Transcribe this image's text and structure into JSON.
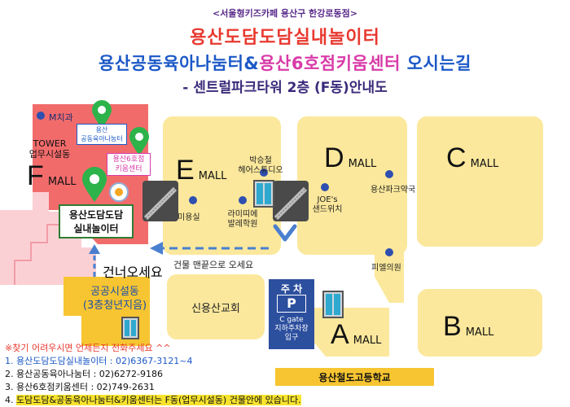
{
  "header": {
    "subtitle": "<서울형키즈카페 용산구 한강로동점>",
    "title1": "용산도담도담실내놀이터",
    "title2_part1": "용산공동육아나눔터&",
    "title2_part2": "용산6호점키움센터",
    "title2_part3": " 오시는길",
    "title3": "- 센트럴파크타워 2층 (F동)안내도"
  },
  "map": {
    "f_mall": {
      "letter": "F",
      "suffix": "MALL",
      "tower": "TOWER",
      "tower_sub": "업무시설동"
    },
    "m_clinic": "M치과",
    "nanum_box": "용산\n공동육아나눔터",
    "kium_box": "용산6호점\n키움센터",
    "playground_box": "용산도담도담\n실내놀이터",
    "cross_text": "건너오세요",
    "public_bldg": "공공시설동\n(3층청년지음)",
    "e_mall": {
      "letter": "E",
      "suffix": "MALL"
    },
    "d_mall": {
      "letter": "D",
      "suffix": "MALL"
    },
    "c_mall": {
      "letter": "C",
      "suffix": "MALL"
    },
    "a_mall": {
      "letter": "A",
      "suffix": "MALL"
    },
    "b_mall": {
      "letter": "B",
      "suffix": "MALL"
    },
    "park_hair": "박승철\n헤어스튜디오",
    "beauty": "미용실",
    "lamitie": "라미띠에\n발레학원",
    "joes": "JOE's\n샌드위치",
    "pharmacy": "용산파크약국",
    "pel_clinic": "피엘의원",
    "church": "신용산교회",
    "building_end": "건물 맨끝으로 오세요",
    "parking_label": "주 차",
    "parking_p": "P",
    "parking_gate": "C gate\n지하주차장\n입구",
    "school": "용산철도고등학교"
  },
  "footer": {
    "note": "※찾기 어려우시면 언제든지 전화주세요 ^^",
    "line1": "1. 용산도담도담실내놀이터 :  02)6367-3121~4",
    "line2": "2. 용산공동육아나눔터 : 02)6272-9186",
    "line3": "3. 용산6호점키움센터 : 02)749-2631",
    "line4_prefix": "4. ",
    "line4_highlight": "도담도담&공동육아나눔터&키움센터는 F동(업무시설동) 건물안에 있습니다.",
    "colors": {
      "note": "#e8392f",
      "line1": "#1b58c7",
      "line4_bg": "#f7e32e"
    }
  },
  "colors": {
    "yellow_block": "#fbe89c",
    "red_block": "#f26b6b",
    "gold_block": "#f7c531",
    "arrow_blue": "#4a7fcf",
    "pin_green": "#2db34a",
    "parking_blue": "#2c4f9e"
  }
}
